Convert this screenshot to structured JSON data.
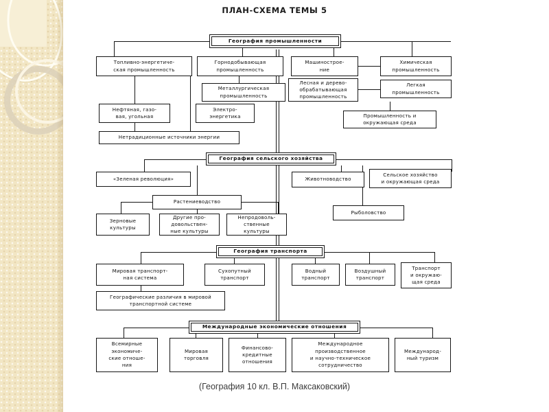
{
  "slide": {
    "title": "ПЛАН-СХЕМА ТЕМЫ 5",
    "caption": "(География 10 кл. В.П. Максаковский)"
  },
  "sidebar": {
    "decor": [
      "ring-outline-large",
      "ring-outline-small",
      "ring-solid-grey",
      "ring-highlight"
    ]
  },
  "diagram": {
    "type": "tree-flowchart",
    "sections": [
      {
        "id": "industry",
        "header": "География промышленности",
        "nodes": [
          "Топливно-энергетиче- ская промышленность",
          "Горнодобывающая промышленность",
          "Машинострое- ние",
          "Химическая промышленность",
          "Металлургическая промышленность",
          "Лесная и дерево- обрабатывающая промышленность",
          "Легкая промышленность",
          "Нефтяная, газо- вая, угольная",
          "Электро- энергетика",
          "Промышленность и окружающая среда",
          "Нетрадиционные источники энергии"
        ]
      },
      {
        "id": "agriculture",
        "header": "География сельского хозяйства",
        "nodes": [
          "«Зеленая революция»",
          "Животноводство",
          "Сельское хозяйство и окружающая среда",
          "Растениеводство",
          "Рыболовство",
          "Зерновые культуры",
          "Другие про- довольствен- ные культуры",
          "Непродоволь- ственные культуры"
        ]
      },
      {
        "id": "transport",
        "header": "География транспорта",
        "nodes": [
          "Мировая транспорт- ная система",
          "Сухопутный транспорт",
          "Водный транспорт",
          "Воздушный транспорт",
          "Транспорт и окружаю- щая среда",
          "Географические различия в мировой транспортной системе"
        ]
      },
      {
        "id": "economics",
        "header": "Международные экономические отношения",
        "nodes": [
          "Всемирные экономиче- ские отноше- ния",
          "Мировая торговля",
          "Финансово- кредитные отношения",
          "Международное производственное и научно-техническое сотрудничество",
          "Международ- ный туризм"
        ]
      }
    ]
  },
  "boxes": {
    "industry_header": "География промышленности",
    "b_fuel": "Топливно-энергетиче-\nская промышленность",
    "b_mining": "Горнодобывающая\nпромышленность",
    "b_machine": "Машинострое-\nние",
    "b_chem": "Химическая\nпромышленность",
    "b_metal": "Металлургическая\nпромышленность",
    "b_forest": "Лесная и дерево-\nобрабатывающая\nпромышленность",
    "b_light": "Легкая\nпромышленность",
    "b_oil": "Нефтяная, газо-\nвая, угольная",
    "b_power": "Электро-\nэнергетика",
    "b_indenv": "Промышленность и\nокружающая среда",
    "b_alt": "Нетрадиционные источники энергии",
    "agri_header": "География сельского хозяйства",
    "b_green": "«Зеленая революция»",
    "b_animal": "Животноводство",
    "b_agrienv": "Сельское хозяйство\nи окружающая среда",
    "b_plant": "Растениеводство",
    "b_fish": "Рыболовство",
    "b_grain": "Зерновые\nкультуры",
    "b_food": "Другие про-\nдовольствен-\nные культуры",
    "b_nonfood": "Непродоволь-\nственные\nкультуры",
    "transport_header": "География транспорта",
    "b_worldsys": "Мировая транспорт-\nная система",
    "b_land": "Сухопутный\nтранспорт",
    "b_water": "Водный\nтранспорт",
    "b_air": "Воздушный\nтранспорт",
    "b_transenv": "Транспорт\nи окружаю-\nщая среда",
    "b_geodiff": "Географические различия в мировой\nтранспортной системе",
    "econ_header": "Международные экономические отношения",
    "b_world_econ": "Всемирные\nэкономиче-\nские отноше-\nния",
    "b_trade": "Мировая\nторговля",
    "b_credit": "Финансово-\nкредитные\nотношения",
    "b_coop": "Международное\nпроизводственное\nи научно-техническое\nсотрудничество",
    "b_tourism": "Международ-\nный туризм"
  }
}
